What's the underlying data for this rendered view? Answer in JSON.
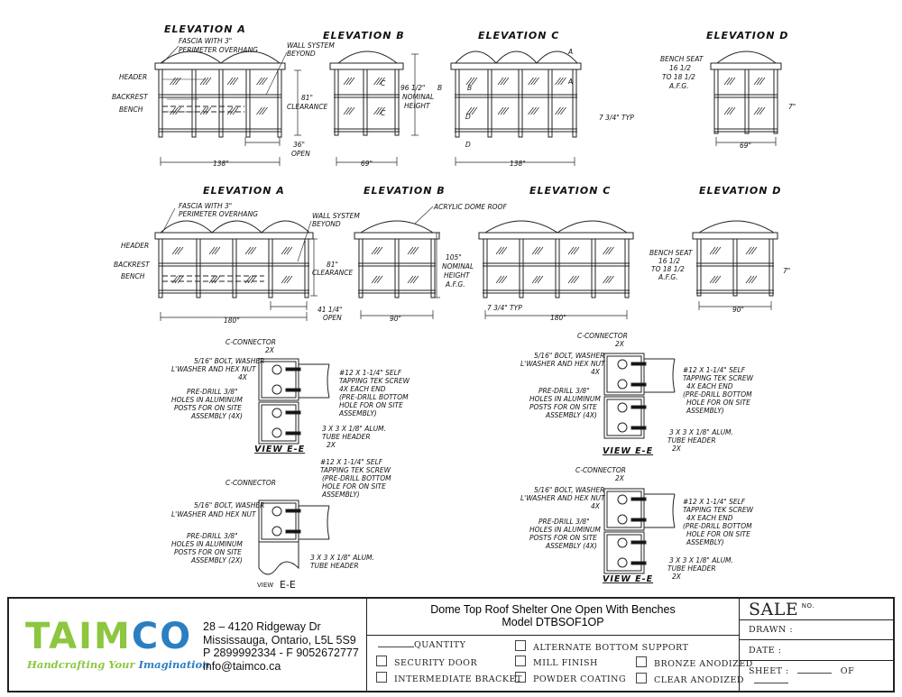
{
  "top_row": {
    "elev_a": {
      "title": "ELEVATION A",
      "fascia_1": "FASCIA WITH 3\"",
      "fascia_2": "PERIMETER OVERHANG",
      "wall_1": "WALL SYSTEM",
      "wall_2": "BEYOND",
      "header": "HEADER",
      "backrest": "BACKREST",
      "bench": "BENCH",
      "clearance_1": "81\"",
      "clearance_2": "CLEARANCE",
      "open_1": "36\"",
      "open_2": "OPEN",
      "width": "138\""
    },
    "elev_b": {
      "title": "ELEVATION B",
      "height_1": "96 1/2\"",
      "height_2": "NOMINAL",
      "height_3": "HEIGHT",
      "width": "69\"",
      "sec_c": "C",
      "sec_b": "B"
    },
    "elev_c": {
      "title": "ELEVATION C",
      "sec_a": "A",
      "sec_b": "B",
      "sec_d": "D",
      "typ": "7 3/4\" TYP",
      "width": "138\""
    },
    "elev_d": {
      "title": "ELEVATION D",
      "bench_1": "BENCH SEAT",
      "bench_2": "16 1/2",
      "bench_3": "TO 18 1/2",
      "bench_4": "A.F.G.",
      "seven": "7\"",
      "width": "69\""
    }
  },
  "bottom_row": {
    "elev_a": {
      "title": "ELEVATION A",
      "fascia_1": "FASCIA WITH 3\"",
      "fascia_2": "PERIMETER OVERHANG",
      "wall_1": "WALL SYSTEM",
      "wall_2": "BEYOND",
      "header": "HEADER",
      "backrest": "BACKREST",
      "bench": "BENCH",
      "clearance_1": "81\"",
      "clearance_2": "CLEARANCE",
      "open_1": "41 1/4\"",
      "open_2": "OPEN",
      "width": "180\""
    },
    "elev_b": {
      "title": "ELEVATION B",
      "roof": "ACRYLIC DOME ROOF",
      "height_1": "105\"",
      "height_2": "NOMINAL",
      "height_3": "HEIGHT",
      "height_4": "A.F.G.",
      "width": "90\""
    },
    "elev_c": {
      "title": "ELEVATION C",
      "typ": "7 3/4\" TYP",
      "width": "180\""
    },
    "elev_d": {
      "title": "ELEVATION D",
      "bench_1": "BENCH SEAT",
      "bench_2": "16 1/2",
      "bench_3": "TO 18 1/2",
      "bench_4": "A.F.G.",
      "seven": "7\"",
      "width": "90\""
    }
  },
  "details": {
    "c_connector": "C-CONNECTOR",
    "c_connector_qty": "2X",
    "bolt_1": "5/16\" BOLT, WASHER",
    "bolt_2": "L'WASHER AND HEX NUT",
    "bolt_qty": "4X",
    "drill_1": "PRE-DRILL 3/8\"",
    "drill_2": "HOLES IN ALUMINUM",
    "drill_3": "POSTS FOR ON SITE",
    "drill_4": "ASSEMBLY (4X)",
    "drill_4b": "ASSEMBLY (2X)",
    "screw_1": "#12 X 1-1/4\" SELF",
    "screw_2": "TAPPING TEK SCREW",
    "screw_3": "4X EACH END",
    "screw_4": "(PRE-DRILL BOTTOM",
    "screw_5": "HOLE FOR ON SITE",
    "screw_6": "ASSEMBLY)",
    "tube_1": "3 X 3 X 1/8\" ALUM.",
    "tube_2": "TUBE HEADER",
    "tube_qty": "2X",
    "view_title": "VIEW E-E",
    "view_small": "VIEW",
    "view_ee": "E-E"
  },
  "title_block": {
    "logo_green": "TAIM",
    "logo_blue": "CO",
    "tagline_1": "Handcrafting",
    "tagline_2": "Your",
    "tagline_3": "Imagination",
    "address_1": "28 – 4120 Ridgeway Dr",
    "address_2": "Mississauga, Ontario, L5L 5S9",
    "phone": "P 2899992334 - F 9052672777",
    "email": "info@taimco.ca",
    "product_title": "Dome Top Roof Shelter One Open With Benches",
    "model": "Model DTBSOF1OP",
    "quantity": "QUANTITY",
    "options": [
      "SECURITY DOOR",
      "INTERMEDIATE BRACKET",
      "ALTERNATE BOTTOM SUPPORT",
      "MILL FINISH",
      "POWDER COATING",
      "BRONZE ANODIZED",
      "CLEAR ANODIZED"
    ],
    "sale": "SALE",
    "sale_no": "NO.",
    "drawn": "DRAWN :",
    "date": "DATE :",
    "sheet": "SHEET :",
    "of": "OF"
  },
  "colors": {
    "brand_green": "#8dc63f",
    "brand_blue": "#2b7fc1"
  }
}
